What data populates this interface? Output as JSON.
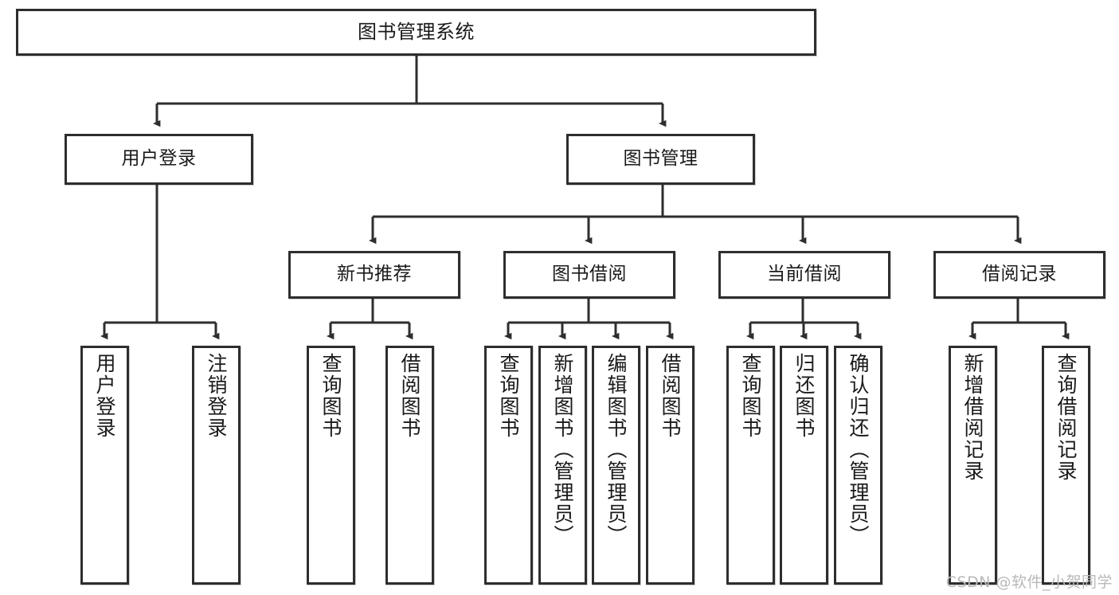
{
  "diagram": {
    "title": "图书管理系统",
    "watermark": "CSDN @软件_小贺同学",
    "stroke_color": "#2e2e2e",
    "fill_color": "#ffffff",
    "text_color": "#1a1a1a",
    "watermark_color": "#b9b9b9"
  },
  "nodes": {
    "root": {
      "label": "图书管理系统"
    },
    "level2": [
      {
        "label": "用户登录"
      },
      {
        "label": "图书管理"
      }
    ],
    "level3": [
      {
        "label": "新书推荐"
      },
      {
        "label": "图书借阅"
      },
      {
        "label": "当前借阅"
      },
      {
        "label": "借阅记录"
      }
    ],
    "leaves_user_login": [
      {
        "label": "用户登录"
      },
      {
        "label": "注销登录"
      }
    ],
    "leaves_new_book": [
      {
        "label": "查询图书"
      },
      {
        "label": "借阅图书"
      }
    ],
    "leaves_borrow_book": [
      {
        "label": "查询图书"
      },
      {
        "label": "新增图书（管理员）"
      },
      {
        "label": "编辑图书（管理员）"
      },
      {
        "label": "借阅图书"
      }
    ],
    "leaves_current_borrow": [
      {
        "label": "查询图书"
      },
      {
        "label": "归还图书"
      },
      {
        "label": "确认归还（管理员）"
      }
    ],
    "leaves_borrow_record": [
      {
        "label": "新增借阅记录"
      },
      {
        "label": "查询借阅记录"
      }
    ]
  }
}
